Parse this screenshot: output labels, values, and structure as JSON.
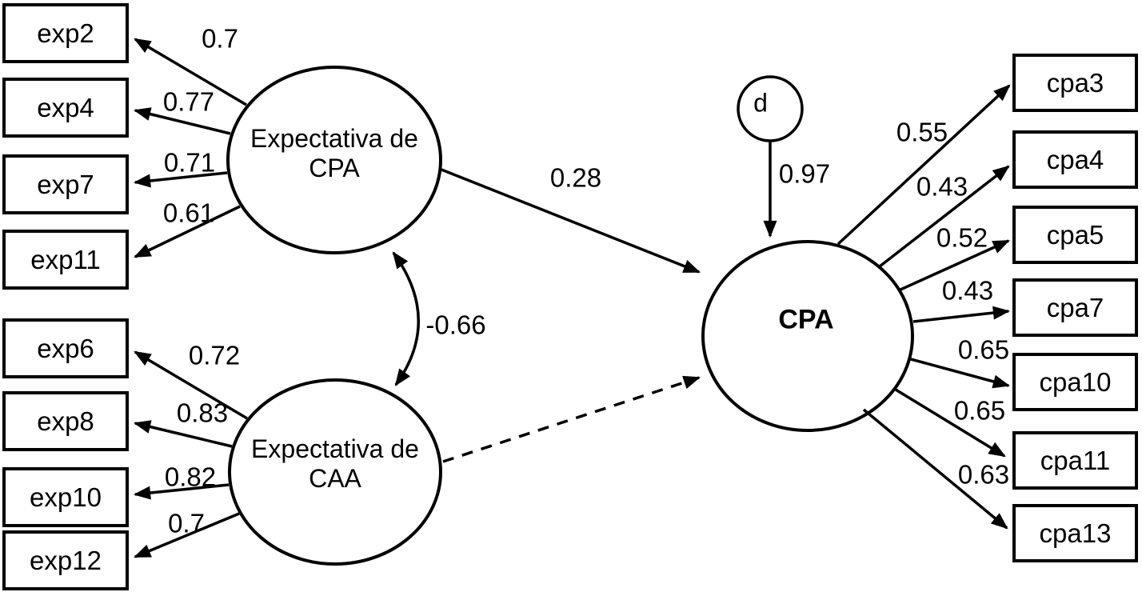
{
  "diagram": {
    "latent_exp_cpa": {
      "line1": "Expectativa de",
      "line2": "CPA"
    },
    "latent_exp_caa": {
      "line1": "Expectativa de",
      "line2": "CAA"
    },
    "latent_cpa": {
      "label": "CPA"
    },
    "disturbance": {
      "label": "d",
      "path_value": "0.97"
    },
    "covariance": {
      "value": "-0.66"
    },
    "structural_path": {
      "value": "0.28"
    },
    "left_top_indicators": [
      {
        "label": "exp2",
        "loading": "0.7"
      },
      {
        "label": "exp4",
        "loading": "0.77"
      },
      {
        "label": "exp7",
        "loading": "0.71"
      },
      {
        "label": "exp11",
        "loading": "0.61"
      }
    ],
    "left_bottom_indicators": [
      {
        "label": "exp6",
        "loading": "0.72"
      },
      {
        "label": "exp8",
        "loading": "0.83"
      },
      {
        "label": "exp10",
        "loading": "0.82"
      },
      {
        "label": "exp12",
        "loading": "0.7"
      }
    ],
    "right_indicators": [
      {
        "label": "cpa3",
        "loading": "0.55"
      },
      {
        "label": "cpa4",
        "loading": "0.43"
      },
      {
        "label": "cpa5",
        "loading": "0.52"
      },
      {
        "label": "cpa7",
        "loading": "0.43"
      },
      {
        "label": "cpa10",
        "loading": "0.65"
      },
      {
        "label": "cpa11",
        "loading": "0.65"
      },
      {
        "label": "cpa13",
        "loading": "0.63"
      }
    ]
  }
}
